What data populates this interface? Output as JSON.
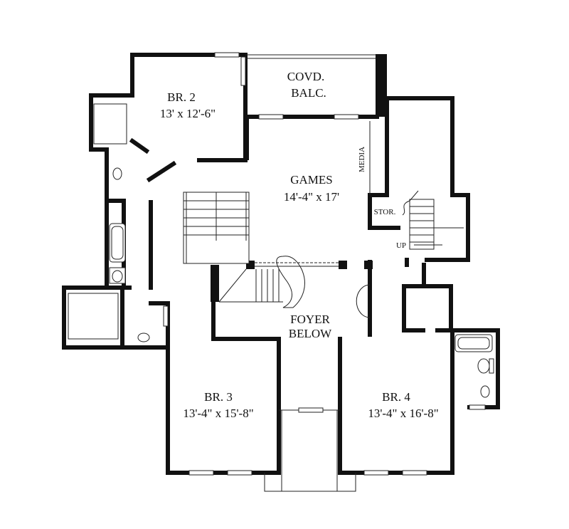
{
  "rooms": {
    "br2": {
      "name": "BR. 2",
      "size": "13' x 12'-6\""
    },
    "balcony": {
      "line1": "COVD.",
      "line2": "BALC."
    },
    "games": {
      "name": "GAMES",
      "size": "14'-4\" x 17'"
    },
    "media": {
      "name": "MEDIA"
    },
    "stor": {
      "name": "STOR."
    },
    "up": {
      "name": "UP"
    },
    "foyer": {
      "line1": "FOYER",
      "line2": "BELOW"
    },
    "br3": {
      "name": "BR. 3",
      "size": "13'-4\" x 15'-8\""
    },
    "br4": {
      "name": "BR. 4",
      "size": "13'-4\" x 16'-8\""
    }
  }
}
